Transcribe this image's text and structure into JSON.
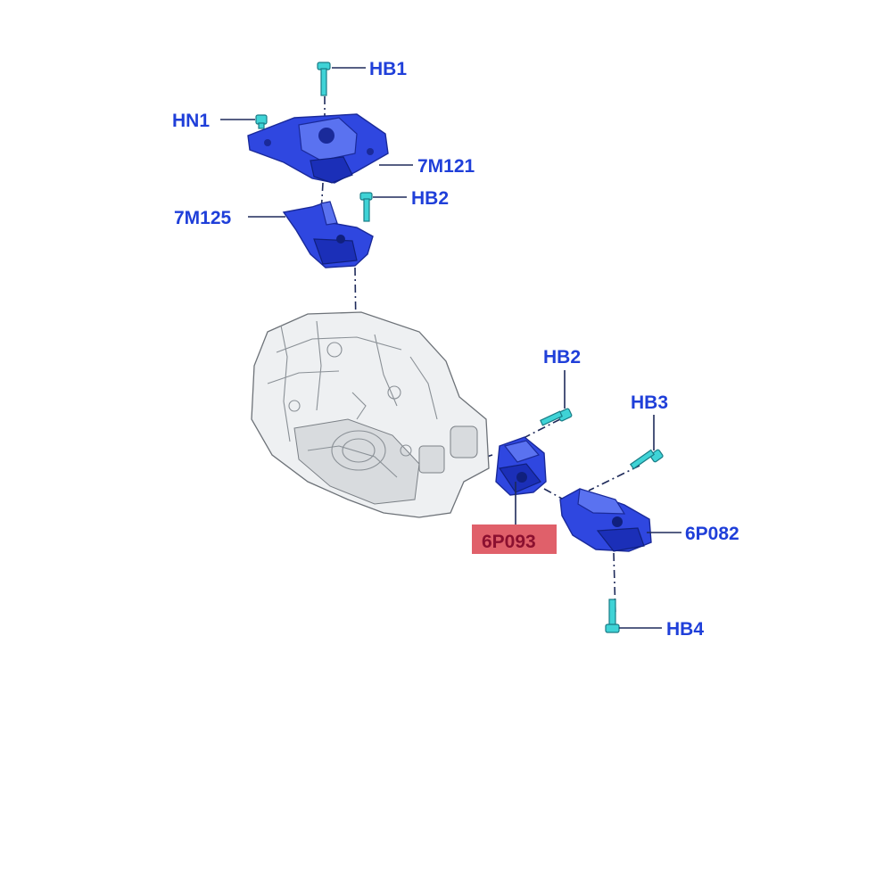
{
  "callouts": {
    "hb1": "HB1",
    "hn1": "HN1",
    "m7121": "7M121",
    "hb2_top": "HB2",
    "m7125": "7M125",
    "hb2_mid": "HB2",
    "hb3": "HB3",
    "p6093": "6P093",
    "p6082": "6P082",
    "hb4": "HB4"
  },
  "colors": {
    "label_text": "#1f3fd9",
    "highlight_fill": "#e0606a",
    "highlight_text": "#8b1030",
    "part_blue": "#2f47e0",
    "bolt_cyan": "#3fd3d6"
  },
  "highlighted_part": "6P093"
}
